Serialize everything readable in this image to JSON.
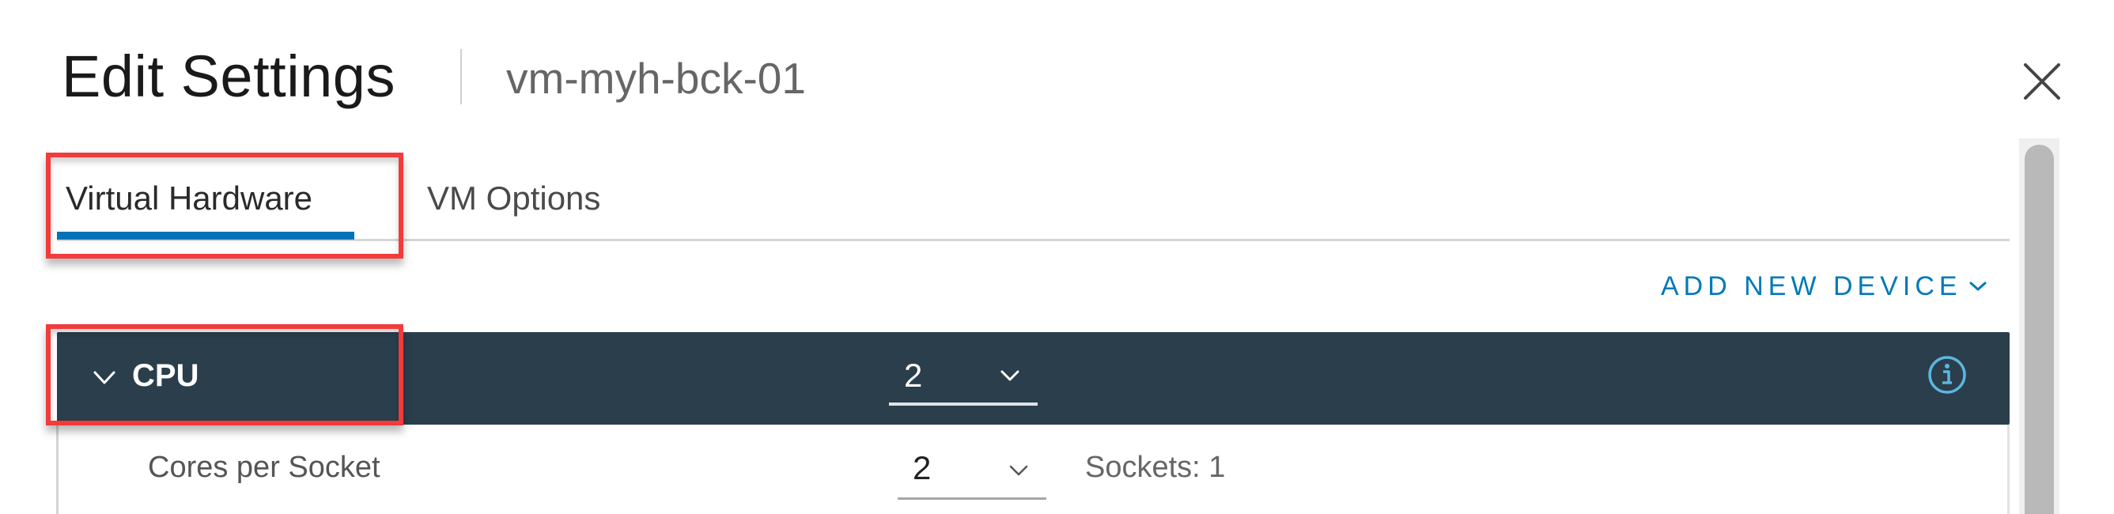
{
  "header": {
    "title": "Edit Settings",
    "subtitle": "vm-myh-bck-01",
    "close_icon": "close-icon"
  },
  "tabs": [
    {
      "label": "Virtual Hardware",
      "active": true
    },
    {
      "label": "VM Options",
      "active": false
    }
  ],
  "toolbar": {
    "add_new_device_label": "ADD NEW DEVICE",
    "add_new_device_icon": "chevron-down-icon"
  },
  "cpu": {
    "label": "CPU",
    "expanded": true,
    "expand_icon": "chevron-down-icon",
    "value": "2",
    "info_icon": "info-icon",
    "cores_per_socket": {
      "label": "Cores per Socket",
      "value": "2",
      "sockets_text": "Sockets: 1"
    }
  },
  "annotations": [
    {
      "target": "Virtual Hardware tab",
      "color": "#f23b3b"
    },
    {
      "target": "CPU row",
      "color": "#f23b3b"
    }
  ],
  "colors": {
    "accent": "#0079b8",
    "tab_underline": "#0072b8",
    "section_header_bg": "#2b3e4c",
    "info_icon": "#5db6e0",
    "annotation": "#f23b3b"
  }
}
